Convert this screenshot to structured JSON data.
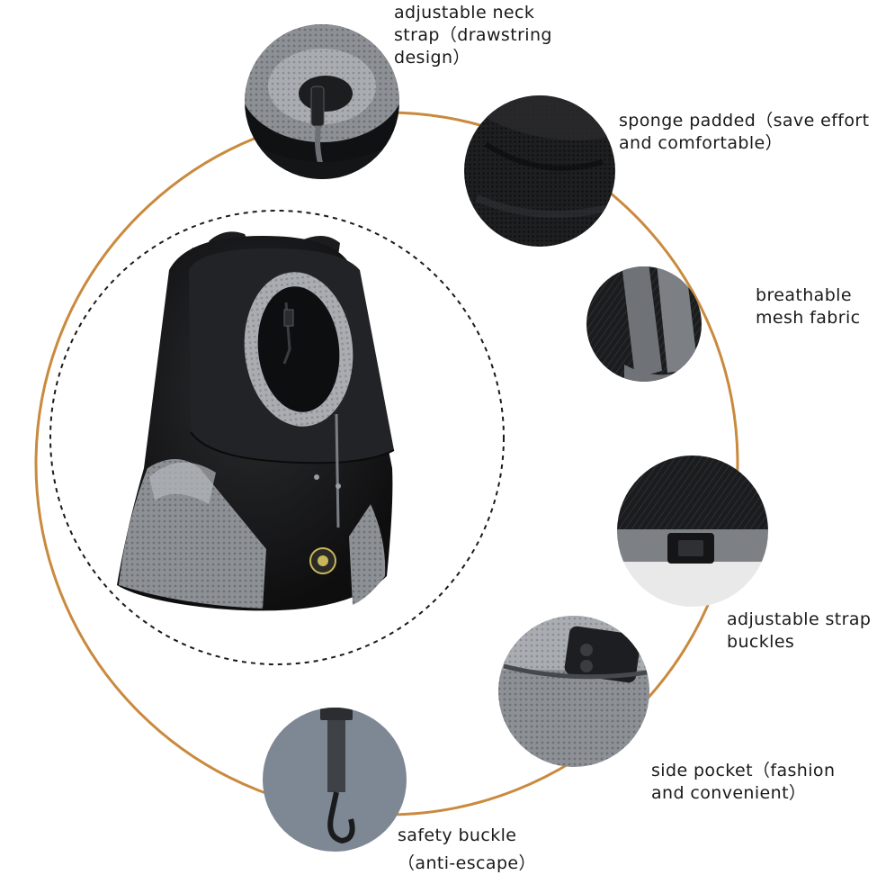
{
  "accent_color": "#c98a3e",
  "product": {
    "name": "black pet carrier backpack",
    "badge_icon": "paw-badge-icon"
  },
  "features": [
    {
      "id": "neck-strap",
      "icon": "drawstring-icon",
      "lines": [
        "adjustable neck",
        "strap（drawstring",
        "design）"
      ]
    },
    {
      "id": "sponge-padded",
      "icon": "padding-icon",
      "lines": [
        "sponge padded（save effort",
        "and comfortable）"
      ]
    },
    {
      "id": "mesh-fabric",
      "icon": "mesh-strap-icon",
      "lines": [
        "breathable",
        "mesh fabric"
      ]
    },
    {
      "id": "strap-buckles",
      "icon": "buckle-icon",
      "lines": [
        "adjustable strap",
        "buckles"
      ]
    },
    {
      "id": "side-pocket",
      "icon": "phone-pocket-icon",
      "lines": [
        "side pocket（fashion",
        "and convenient）"
      ]
    },
    {
      "id": "safety-buckle",
      "icon": "clip-hook-icon",
      "lines": [
        "safety buckle",
        "（anti-escape）"
      ]
    }
  ]
}
